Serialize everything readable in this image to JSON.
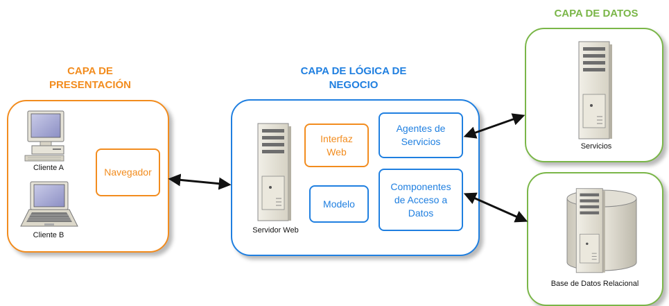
{
  "colors": {
    "presentation": "#f28c1e",
    "logic": "#1f7fe0",
    "data": "#7ab648",
    "arrow": "#111111"
  },
  "titles": {
    "presentation": [
      "CAPA DE",
      "PRESENTACIÓN"
    ],
    "logic": [
      "CAPA DE LÓGICA DE",
      "NEGOCIO"
    ],
    "data": "CAPA DE DATOS"
  },
  "presentation": {
    "client_a": "Cliente A",
    "client_b": "Cliente B",
    "browser": "Navegador"
  },
  "logic": {
    "server": "Servidor Web",
    "web_interface": [
      "Interfaz",
      "Web"
    ],
    "model": "Modelo",
    "service_agents": [
      "Agentes de",
      "Servicios"
    ],
    "data_access": [
      "Componentes",
      "de Acceso a",
      "Datos"
    ]
  },
  "data": {
    "services": "Servicios",
    "database": "Base de Datos Relacional"
  },
  "icons": [
    "desktop-computer-icon",
    "laptop-icon",
    "server-tower-icon",
    "database-cylinder-icon"
  ]
}
